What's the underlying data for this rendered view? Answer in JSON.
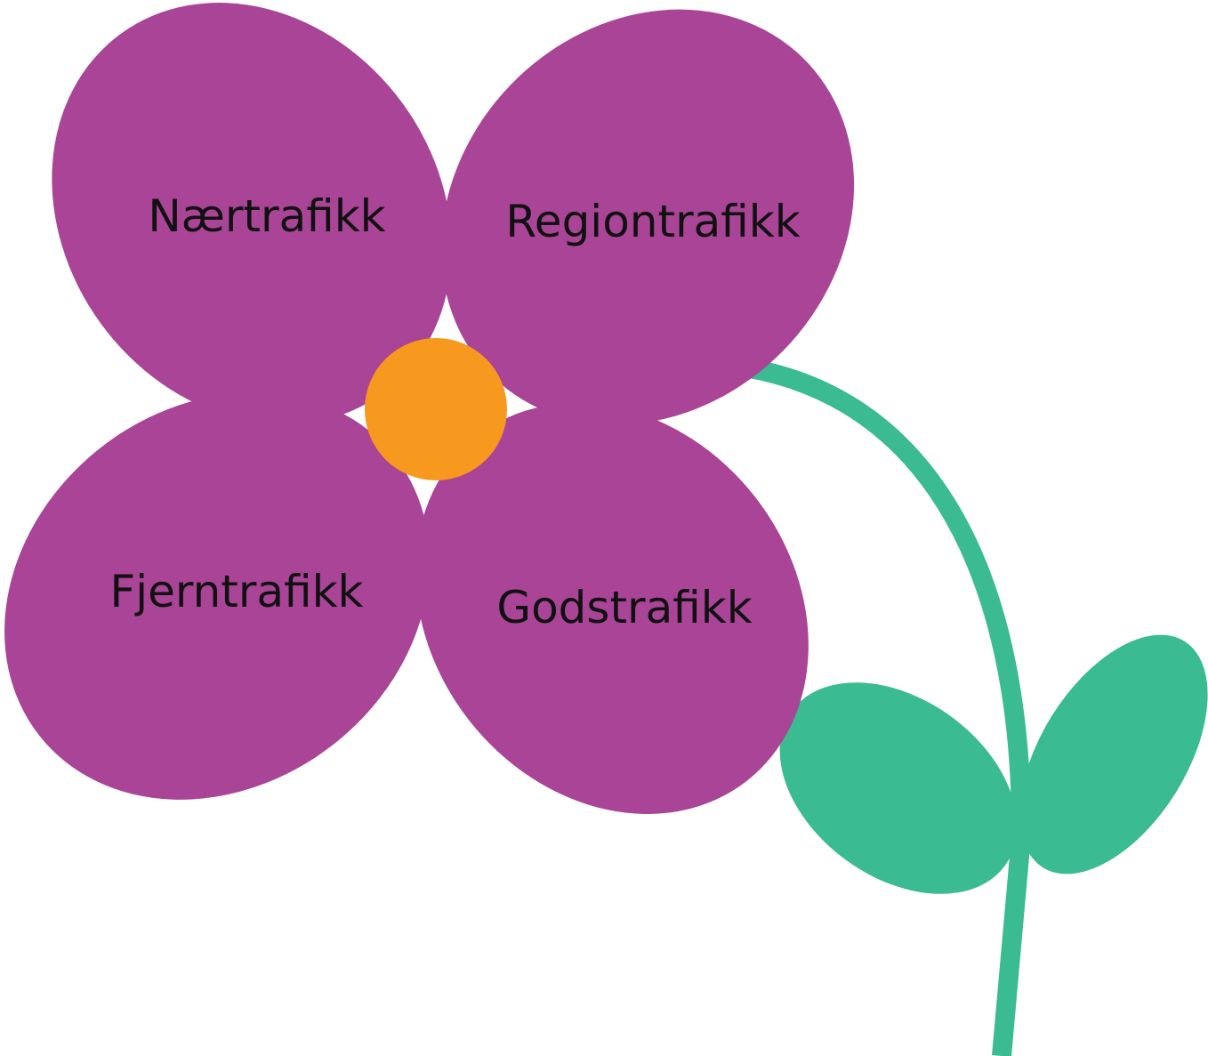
{
  "colors": {
    "petal": "#a94496",
    "center": "#f7991f",
    "stem": "#3bbb92",
    "leaf": "#3bbb92",
    "background": "#ffffff",
    "text": "#111111"
  },
  "petals": [
    {
      "id": "top-left",
      "label": "Nærtrafikk"
    },
    {
      "id": "top-right",
      "label": "Regiontrafikk"
    },
    {
      "id": "bottom-left",
      "label": "Fjerntrafikk"
    },
    {
      "id": "bottom-right",
      "label": "Godstrafikk"
    }
  ]
}
